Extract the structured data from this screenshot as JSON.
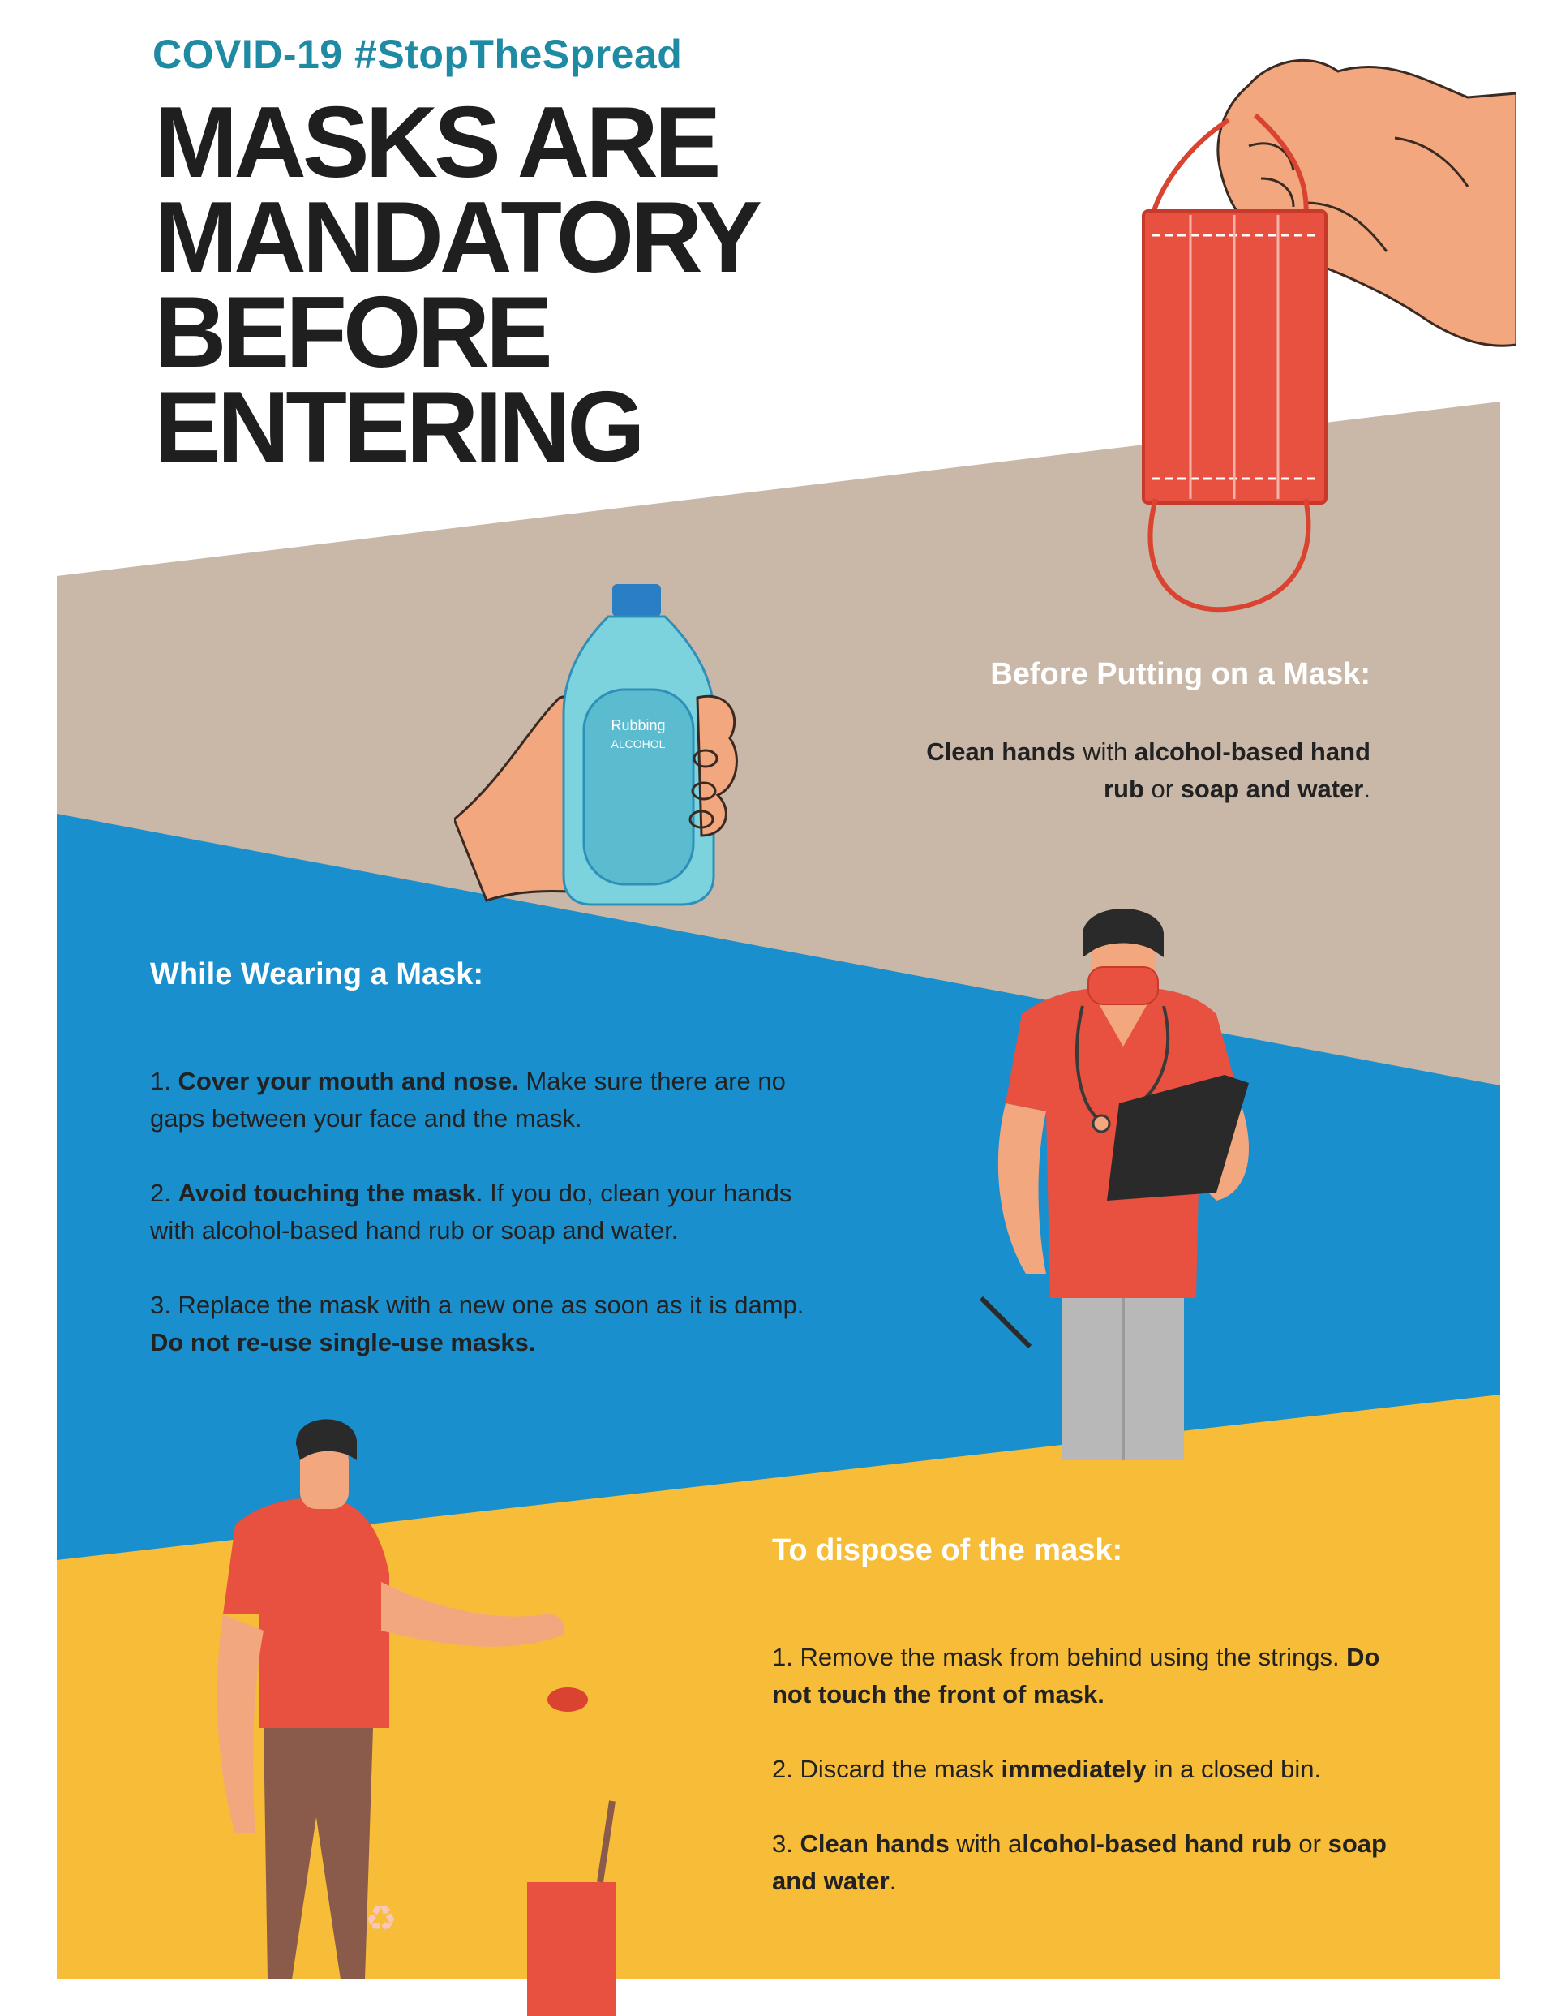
{
  "colors": {
    "tan": "#c9b7a7",
    "blue": "#1a8fce",
    "yellow": "#f7bd38",
    "mask_red": "#e8503f",
    "teal": "#1f8aa3",
    "title_dark": "#1f1f1f",
    "skin": "#f2a77f"
  },
  "header": {
    "tag": "COVID-19 #StopTheSpread",
    "title_lines": [
      "MASKS ARE",
      "MANDATORY",
      "BEFORE",
      "ENTERING"
    ]
  },
  "before": {
    "heading": "Before Putting on a Mask:",
    "line1_b1": "Clean hands",
    "line1_t1": " with ",
    "line1_b2": "alcohol-based hand",
    "line2_b1": "rub",
    "line2_t1": " or ",
    "line2_b2": "soap and water",
    "line2_t2": "."
  },
  "bottle": {
    "label_line1": "Rubbing",
    "label_line2": "ALCOHOL"
  },
  "while": {
    "heading": "While Wearing a Mask:",
    "item1_prefix": "1. ",
    "item1_bold": "Cover your mouth and nose.",
    "item1_rest": " Make sure there are no gaps between your face and the mask.",
    "item2_prefix": "2. ",
    "item2_bold": "Avoid touching the mask",
    "item2_rest": ". If you do, clean your hands with alcohol-based hand rub or soap and water.",
    "item3_text": "3. Replace the mask with a new one as soon as it is damp. ",
    "item3_bold": "Do not re-use single-use masks."
  },
  "dispose": {
    "heading": "To dispose of the mask:",
    "item1_text": "1. Remove the mask from behind using the strings. ",
    "item1_bold": "Do not touch the front of mask.",
    "item2_text": "2. Discard the mask ",
    "item2_bold": "immediately",
    "item2_rest": " in a closed bin.",
    "item3_prefix": "3. ",
    "item3_bold1": "Clean hands",
    "item3_mid": " with a",
    "item3_bold2": "lcohol-based hand rub",
    "item3_mid2": " or ",
    "item3_bold3": "soap and water",
    "item3_end": "."
  },
  "icons": [
    "hand-holding-mask-illustration",
    "hand-holding-bottle-illustration",
    "doctor-illustration",
    "man-discarding-mask-illustration",
    "recycle-icon"
  ]
}
